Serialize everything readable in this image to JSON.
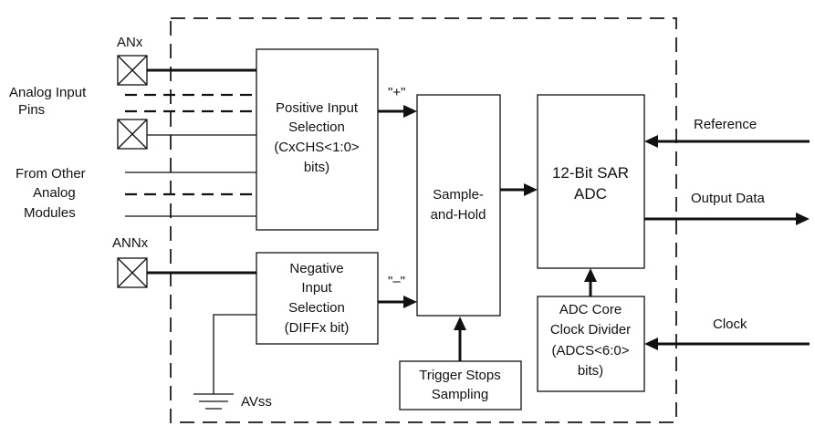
{
  "pins": {
    "anx": "ANx",
    "annx": "ANNx",
    "analog_input_pins": [
      "Analog Input",
      "Pins"
    ],
    "from_other_modules": [
      "From Other",
      "Analog",
      "Modules"
    ],
    "avss": "AVss"
  },
  "blocks": {
    "positive_input": [
      "Positive Input",
      "Selection",
      "(CxCHS<1:0>",
      "bits)"
    ],
    "negative_input": [
      "Negative",
      "Input",
      "Selection",
      "(DIFFx bit)"
    ],
    "sample_hold": [
      "Sample-",
      "and-Hold"
    ],
    "adc": [
      "12-Bit SAR",
      "ADC"
    ],
    "clock_divider": [
      "ADC Core",
      "Clock Divider",
      "(ADCS<6:0>",
      "bits)"
    ],
    "trigger": [
      "Trigger Stops",
      "Sampling"
    ]
  },
  "signals": {
    "plus": "\"+\"",
    "minus": "\"–\"",
    "reference": "Reference",
    "output_data": "Output Data",
    "clock": "Clock"
  },
  "colors": {
    "line": "#111111",
    "boundary": "#333333",
    "background": "#ffffff"
  }
}
